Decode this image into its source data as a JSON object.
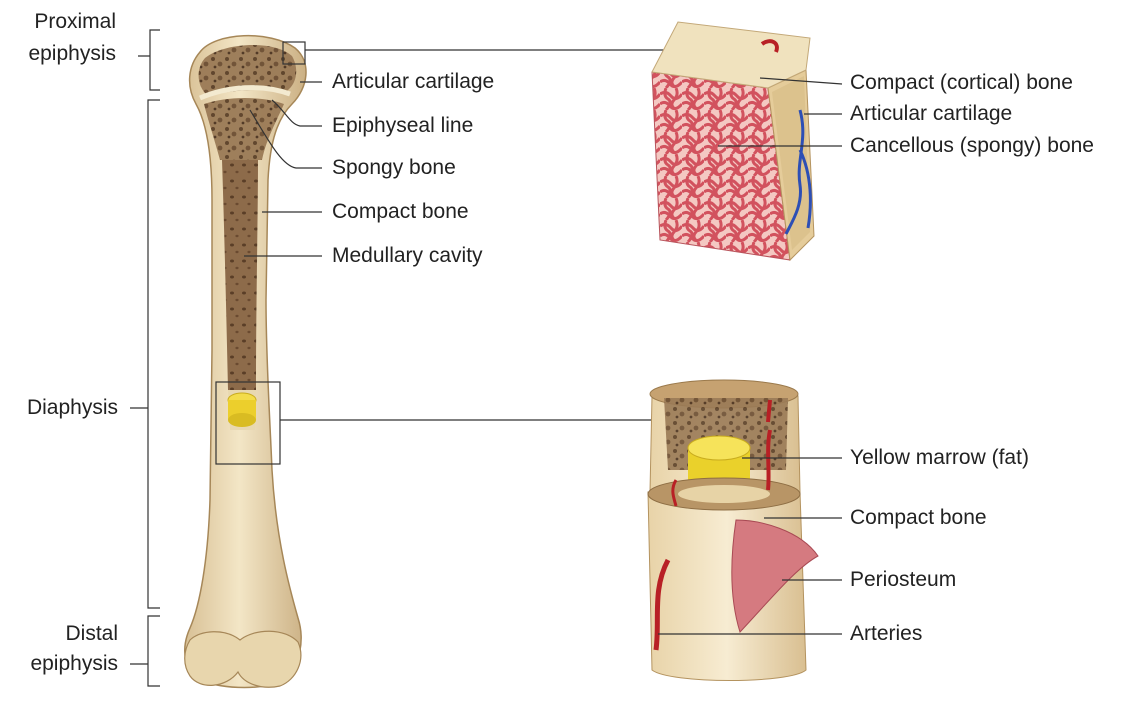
{
  "region_labels": {
    "proximal_epiphysis": [
      "Proximal",
      "epiphysis"
    ],
    "diaphysis": "Diaphysis",
    "distal_epiphysis": [
      "Distal",
      "epiphysis"
    ]
  },
  "bone_labels": {
    "articular_cartilage": "Articular cartilage",
    "epiphyseal_line": "Epiphyseal line",
    "spongy_bone": "Spongy bone",
    "compact_bone": "Compact bone",
    "medullary_cavity": "Medullary cavity"
  },
  "top_detail_labels": {
    "compact_cortical_bone": "Compact (cortical) bone",
    "articular_cartilage": "Articular cartilage",
    "cancellous_spongy_bone": "Cancellous (spongy) bone"
  },
  "bottom_detail_labels": {
    "yellow_marrow": "Yellow marrow (fat)",
    "compact_bone": "Compact bone",
    "periosteum": "Periosteum",
    "arteries": "Arteries"
  },
  "colors": {
    "bone_fill": "#eddcb6",
    "bone_shade": "#cdb489",
    "spongy_fill": "#8a6c4c",
    "cartilage": "#f2e8cf",
    "cancellous_red": "#d8606a",
    "yellow_marrow": "#f1d63b",
    "artery_red": "#b82025",
    "vein_blue": "#2d4fb5",
    "periosteum_pink": "#d57a80",
    "leader_line": "#333333"
  }
}
